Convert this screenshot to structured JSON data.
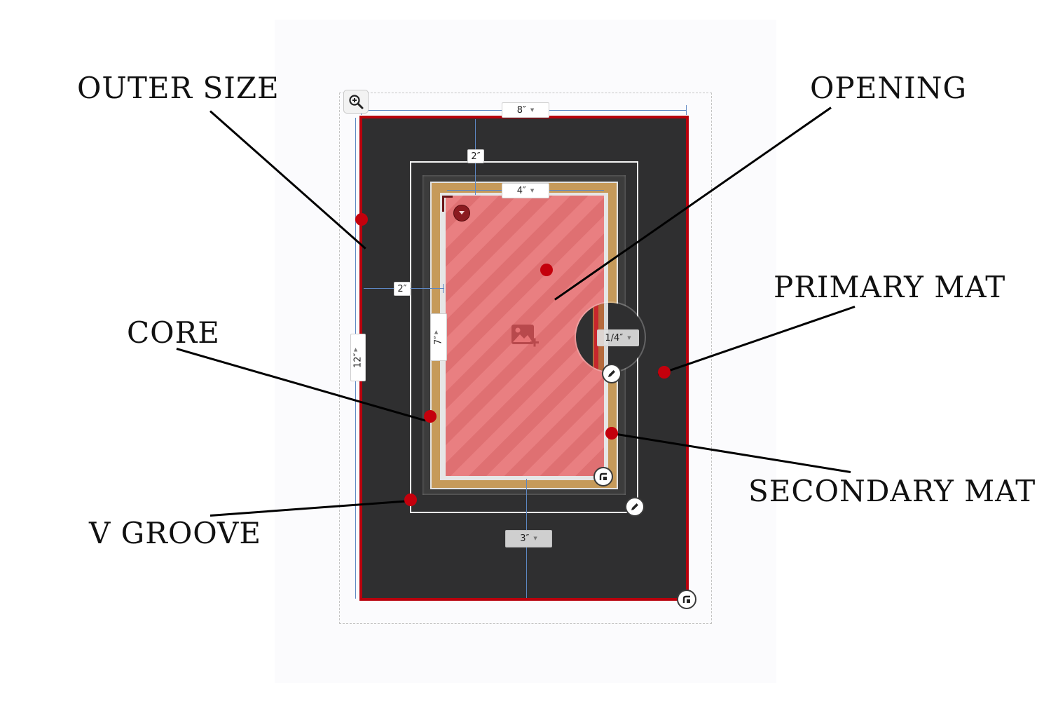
{
  "callouts": {
    "outer_size": "OUTER SIZE",
    "opening": "OPENING",
    "primary_mat": "PRIMARY MAT",
    "core": "CORE",
    "secondary_mat": "SECONDARY MAT",
    "v_groove": "V GROOVE"
  },
  "dimensions": {
    "outer_width": "8″",
    "outer_height": "12″",
    "top_border": "2″",
    "opening_width": "4″",
    "side_border": "2″",
    "opening_height": "7″",
    "bottom_border": "3″",
    "secondary_reveal": "1/4″"
  },
  "icons": {
    "zoom": "zoom-in-icon",
    "pencil": "pencil-icon",
    "corner": "corner-radius-icon",
    "add_image": "add-image-icon",
    "dropdown": "chevron-down-icon"
  },
  "colors": {
    "primary_mat": "#2f2f30",
    "secondary_mat": "#c69a5a",
    "opening": "#e77476",
    "outer_border": "#b8000c",
    "marker": "#c4000c"
  }
}
